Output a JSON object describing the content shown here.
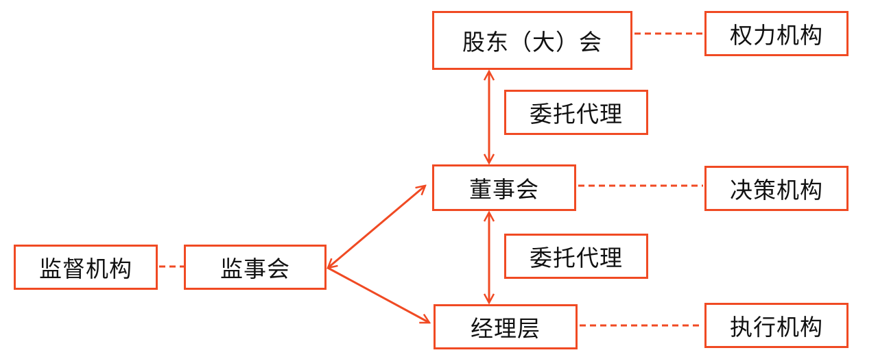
{
  "colors": {
    "accent": "#f04a23",
    "text": "#111111",
    "background": "#ffffff"
  },
  "nodes": {
    "shareholders": "股东（大）会",
    "board": "董事会",
    "supervisors": "监事会",
    "management": "经理层"
  },
  "roles": {
    "power": "权力机构",
    "decision": "决策机构",
    "supervision": "监督机构",
    "execution": "执行机构"
  },
  "relations": {
    "entrust_top": "委托代理",
    "entrust_bottom": "委托代理"
  }
}
